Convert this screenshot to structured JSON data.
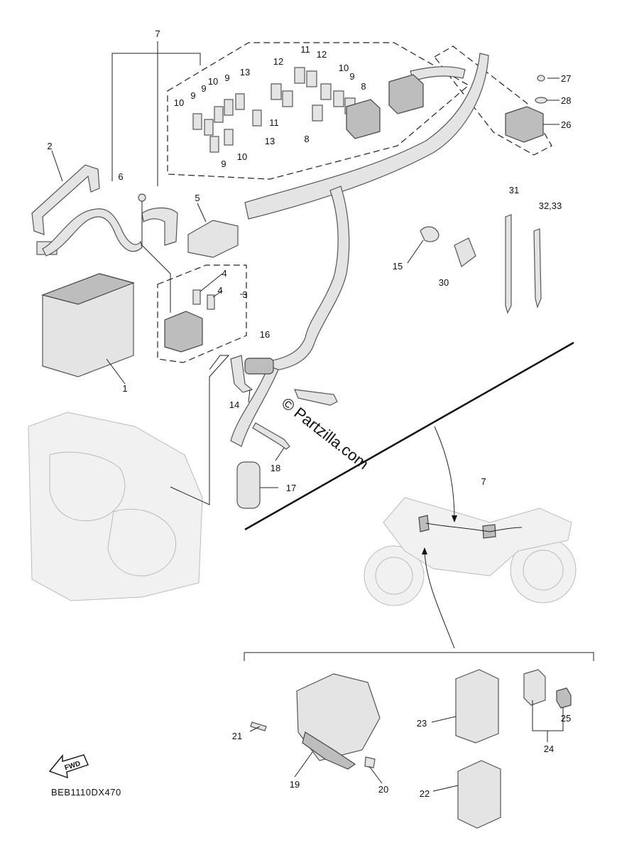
{
  "diagram": {
    "watermark": "© Partzilla.com",
    "drawing_code": "BEB1110DX470",
    "fwd_label": "FWD",
    "callouts": [
      {
        "id": "c7a",
        "label": "7"
      },
      {
        "id": "c2",
        "label": "2"
      },
      {
        "id": "c6",
        "label": "6"
      },
      {
        "id": "c5",
        "label": "5"
      },
      {
        "id": "c4a",
        "label": "4"
      },
      {
        "id": "c4b",
        "label": "4"
      },
      {
        "id": "c3",
        "label": "3"
      },
      {
        "id": "c1",
        "label": "1"
      },
      {
        "id": "c11",
        "label": "11"
      },
      {
        "id": "c12a",
        "label": "12"
      },
      {
        "id": "c12b",
        "label": "12"
      },
      {
        "id": "c13a",
        "label": "13"
      },
      {
        "id": "c10a",
        "label": "10"
      },
      {
        "id": "c9a",
        "label": "9"
      },
      {
        "id": "c9b",
        "label": "9"
      },
      {
        "id": "c10b",
        "label": "10"
      },
      {
        "id": "c9c",
        "label": "9"
      },
      {
        "id": "c10c",
        "label": "10"
      },
      {
        "id": "c9d",
        "label": "9"
      },
      {
        "id": "c8a",
        "label": "8"
      },
      {
        "id": "c11b",
        "label": "11"
      },
      {
        "id": "c13b",
        "label": "13"
      },
      {
        "id": "c8b",
        "label": "8"
      },
      {
        "id": "c9e",
        "label": "9"
      },
      {
        "id": "c10d",
        "label": "10"
      },
      {
        "id": "c27",
        "label": "27"
      },
      {
        "id": "c28",
        "label": "28"
      },
      {
        "id": "c26",
        "label": "26"
      },
      {
        "id": "c31",
        "label": "31"
      },
      {
        "id": "c3233",
        "label": "32,33"
      },
      {
        "id": "c15",
        "label": "15"
      },
      {
        "id": "c30",
        "label": "30"
      },
      {
        "id": "c16",
        "label": "16"
      },
      {
        "id": "c14",
        "label": "14"
      },
      {
        "id": "c18",
        "label": "18"
      },
      {
        "id": "c17",
        "label": "17"
      },
      {
        "id": "c7b",
        "label": "7"
      },
      {
        "id": "c21",
        "label": "21"
      },
      {
        "id": "c19",
        "label": "19"
      },
      {
        "id": "c20",
        "label": "20"
      },
      {
        "id": "c23",
        "label": "23"
      },
      {
        "id": "c24",
        "label": "24"
      },
      {
        "id": "c25",
        "label": "25"
      },
      {
        "id": "c22",
        "label": "22"
      }
    ]
  }
}
